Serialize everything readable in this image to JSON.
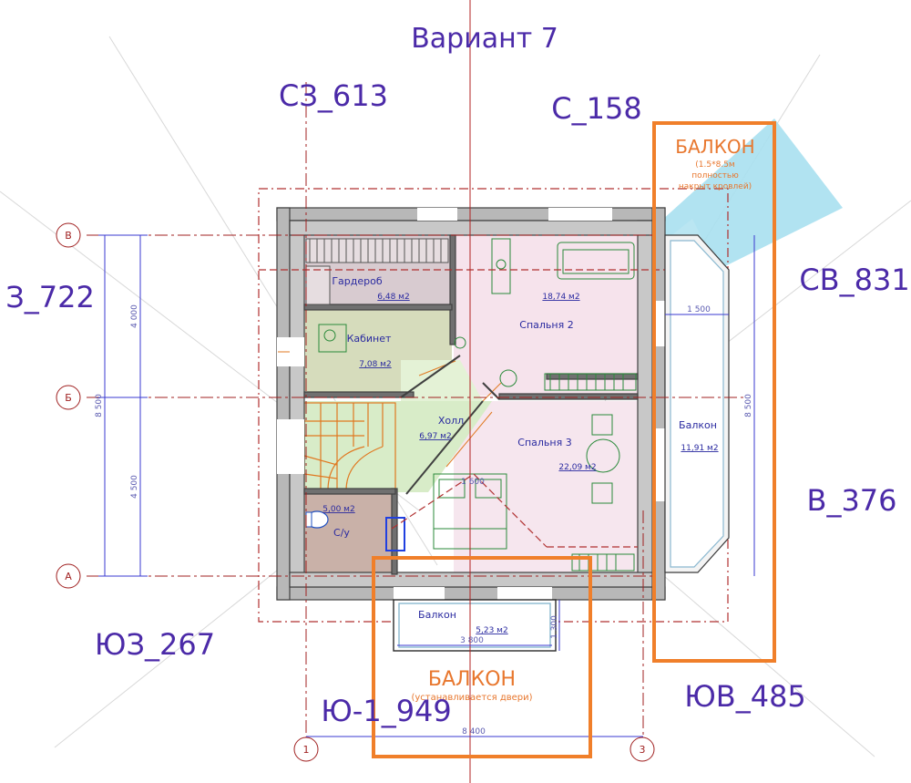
{
  "title": "Вариант 7",
  "directions": {
    "nw": "СЗ_613",
    "n": "С_158",
    "w": "З_722",
    "ne": "СВ_831",
    "e": "В_376",
    "sw": "ЮЗ_267",
    "s": "Ю-1_949",
    "se": "ЮВ_485"
  },
  "balcony_east": {
    "title": "БАЛКОН",
    "line1": "(1.5*8.5м",
    "line2": "полностью",
    "line3": "накрыт кровлей)"
  },
  "balcony_south": {
    "title": "БАЛКОН",
    "note": "(устанавливается двери)"
  },
  "rooms": {
    "wardrobe": {
      "name": "Гардероб",
      "area": "6,48 м2"
    },
    "office": {
      "name": "Кабинет",
      "area": "7,08 м2"
    },
    "hall": {
      "name": "Холл",
      "area": "6,97 м2"
    },
    "bathroom": {
      "name": "С/у",
      "area": "5,00 м2"
    },
    "bedroom2": {
      "name": "Спальня 2",
      "area": "18,74 м2"
    },
    "bedroom3": {
      "name": "Спальня 3",
      "area": "22,09 м2"
    },
    "balcony_e": {
      "name": "Балкон",
      "area": "11,91 м2"
    },
    "balcony_s": {
      "name": "Балкон",
      "area": "5,23 м2"
    }
  },
  "axes": {
    "v": "В",
    "b": "Б",
    "a": "А",
    "one": "1",
    "three": "3"
  },
  "dimensions": {
    "total_height": "8 500",
    "upper": "4 000",
    "lower": "4 500",
    "total_width": "8 400",
    "balcony_e_width": "1 500",
    "balcony_e_height": "8 500",
    "balcony_s_width": "3 800",
    "balcony_s_depth": "1 300",
    "bed_width": "1 600"
  },
  "colors": {
    "label_purple": "#4b2aa8",
    "highlight_orange": "#f07f2a",
    "axis_red": "#a02020",
    "sector_blue": "#9fdcee"
  }
}
